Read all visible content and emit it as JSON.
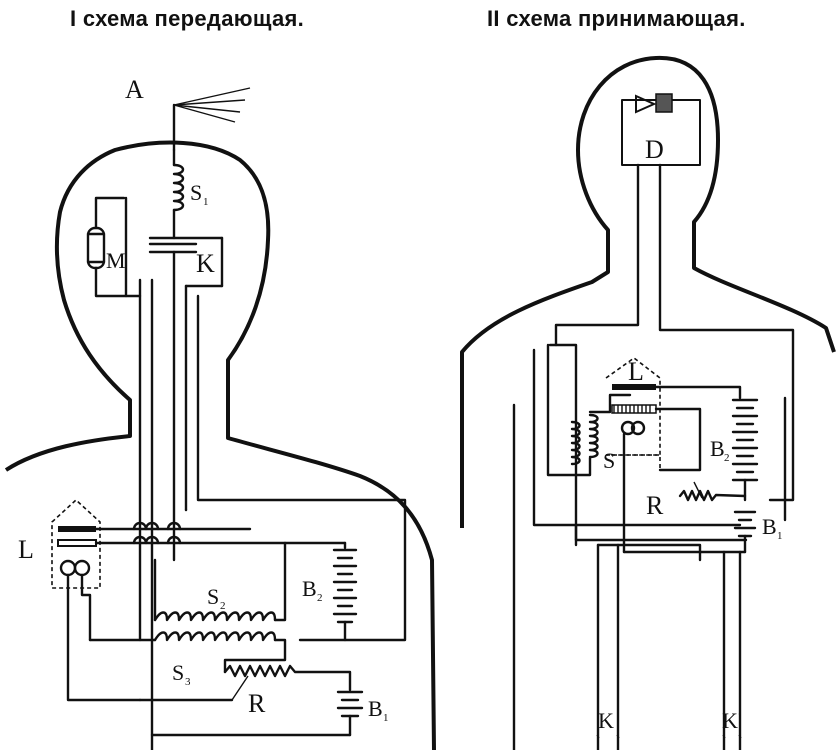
{
  "titles": {
    "left": "I схема передающая.",
    "right": "II схема принимающая."
  },
  "left_scheme": {
    "antenna": "A",
    "coil_s1": "S",
    "coil_s1_sub": "1",
    "microphone": "M",
    "capacitor": "K",
    "lamp": "L",
    "coil_s2": "S",
    "coil_s2_sub": "2",
    "battery_b2": "B",
    "battery_b2_sub": "2",
    "coil_s3": "S",
    "coil_s3_sub": "3",
    "rheostat": "R",
    "battery_b1": "B",
    "battery_b1_sub": "1"
  },
  "right_scheme": {
    "detector": "D",
    "lamp": "L",
    "coil_s": "S",
    "battery_b2": "B",
    "battery_b2_sub": "2",
    "rheostat": "R",
    "battery_b1": "B",
    "battery_b1_sub": "1",
    "electrode_left": "K",
    "electrode_right": "K'"
  }
}
